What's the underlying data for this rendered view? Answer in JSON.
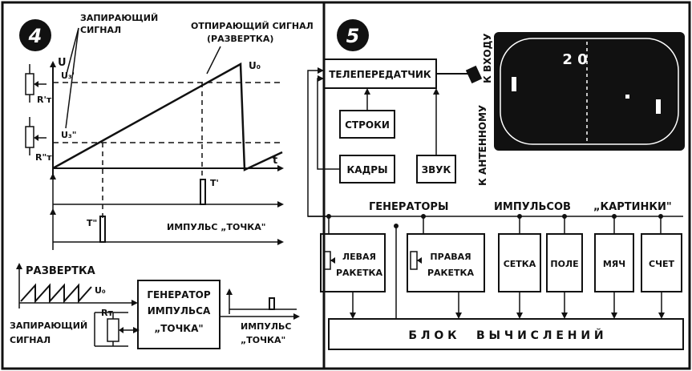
{
  "panel4": {
    "number": "4",
    "label_blocking_1": "ЗАПИРАЮЩИЙ",
    "label_blocking_2": "СИГНАЛ",
    "label_unlocking_1": "ОТПИРАЮЩИЙ СИГНАЛ",
    "label_unlocking_2": "(РАЗВЕРТКА)",
    "axis_u": "U",
    "axis_t": "t",
    "u0": "U₀",
    "u3p": "U₃'",
    "u3pp": "U₃\"",
    "rt_p": "R'т",
    "rt_pp": "R\"т",
    "t_p": "T'",
    "t_pp": "T\"",
    "impulse_label": "ИМПУЛЬС „ТОЧКА\"",
    "razvertka": "РАЗВЕРТКА",
    "gen_1": "ГЕНЕРАТОР",
    "gen_2": "ИМПУЛЬСА",
    "gen_3": "„ТОЧКА\"",
    "u0_small": "U₀",
    "rt_small": "Rт",
    "blocking_bottom_1": "ЗАПИРАЮЩИЙ",
    "blocking_bottom_2": "СИГНАЛ",
    "impulse_out_1": "ИМПУЛЬС",
    "impulse_out_2": "„ТОЧКА\""
  },
  "panel5": {
    "number": "5",
    "transmitter": "ТЕЛЕПЕРЕДАТЧИК",
    "rows": "СТРОКИ",
    "frames": "КАДРЫ",
    "sound": "ЗВУК",
    "to_input": "К ВХОДУ",
    "to_antenna": "К АНТЕННОМУ",
    "score_display": "2 0",
    "generators_1": "ГЕНЕРАТОРЫ",
    "generators_2": "ИМПУЛЬСОВ",
    "generators_3": "„КАРТИНКИ\"",
    "left_racket_1": "ЛЕВАЯ",
    "left_racket_2": "РАКЕТКА",
    "right_racket_1": "ПРАВАЯ",
    "right_racket_2": "РАКЕТКА",
    "grid": "СЕТКА",
    "field": "ПОЛЕ",
    "ball": "МЯЧ",
    "score": "СЧЕТ",
    "compute_block": "Б Л О К     В Ы Ч И С Л Е Н И Й"
  }
}
